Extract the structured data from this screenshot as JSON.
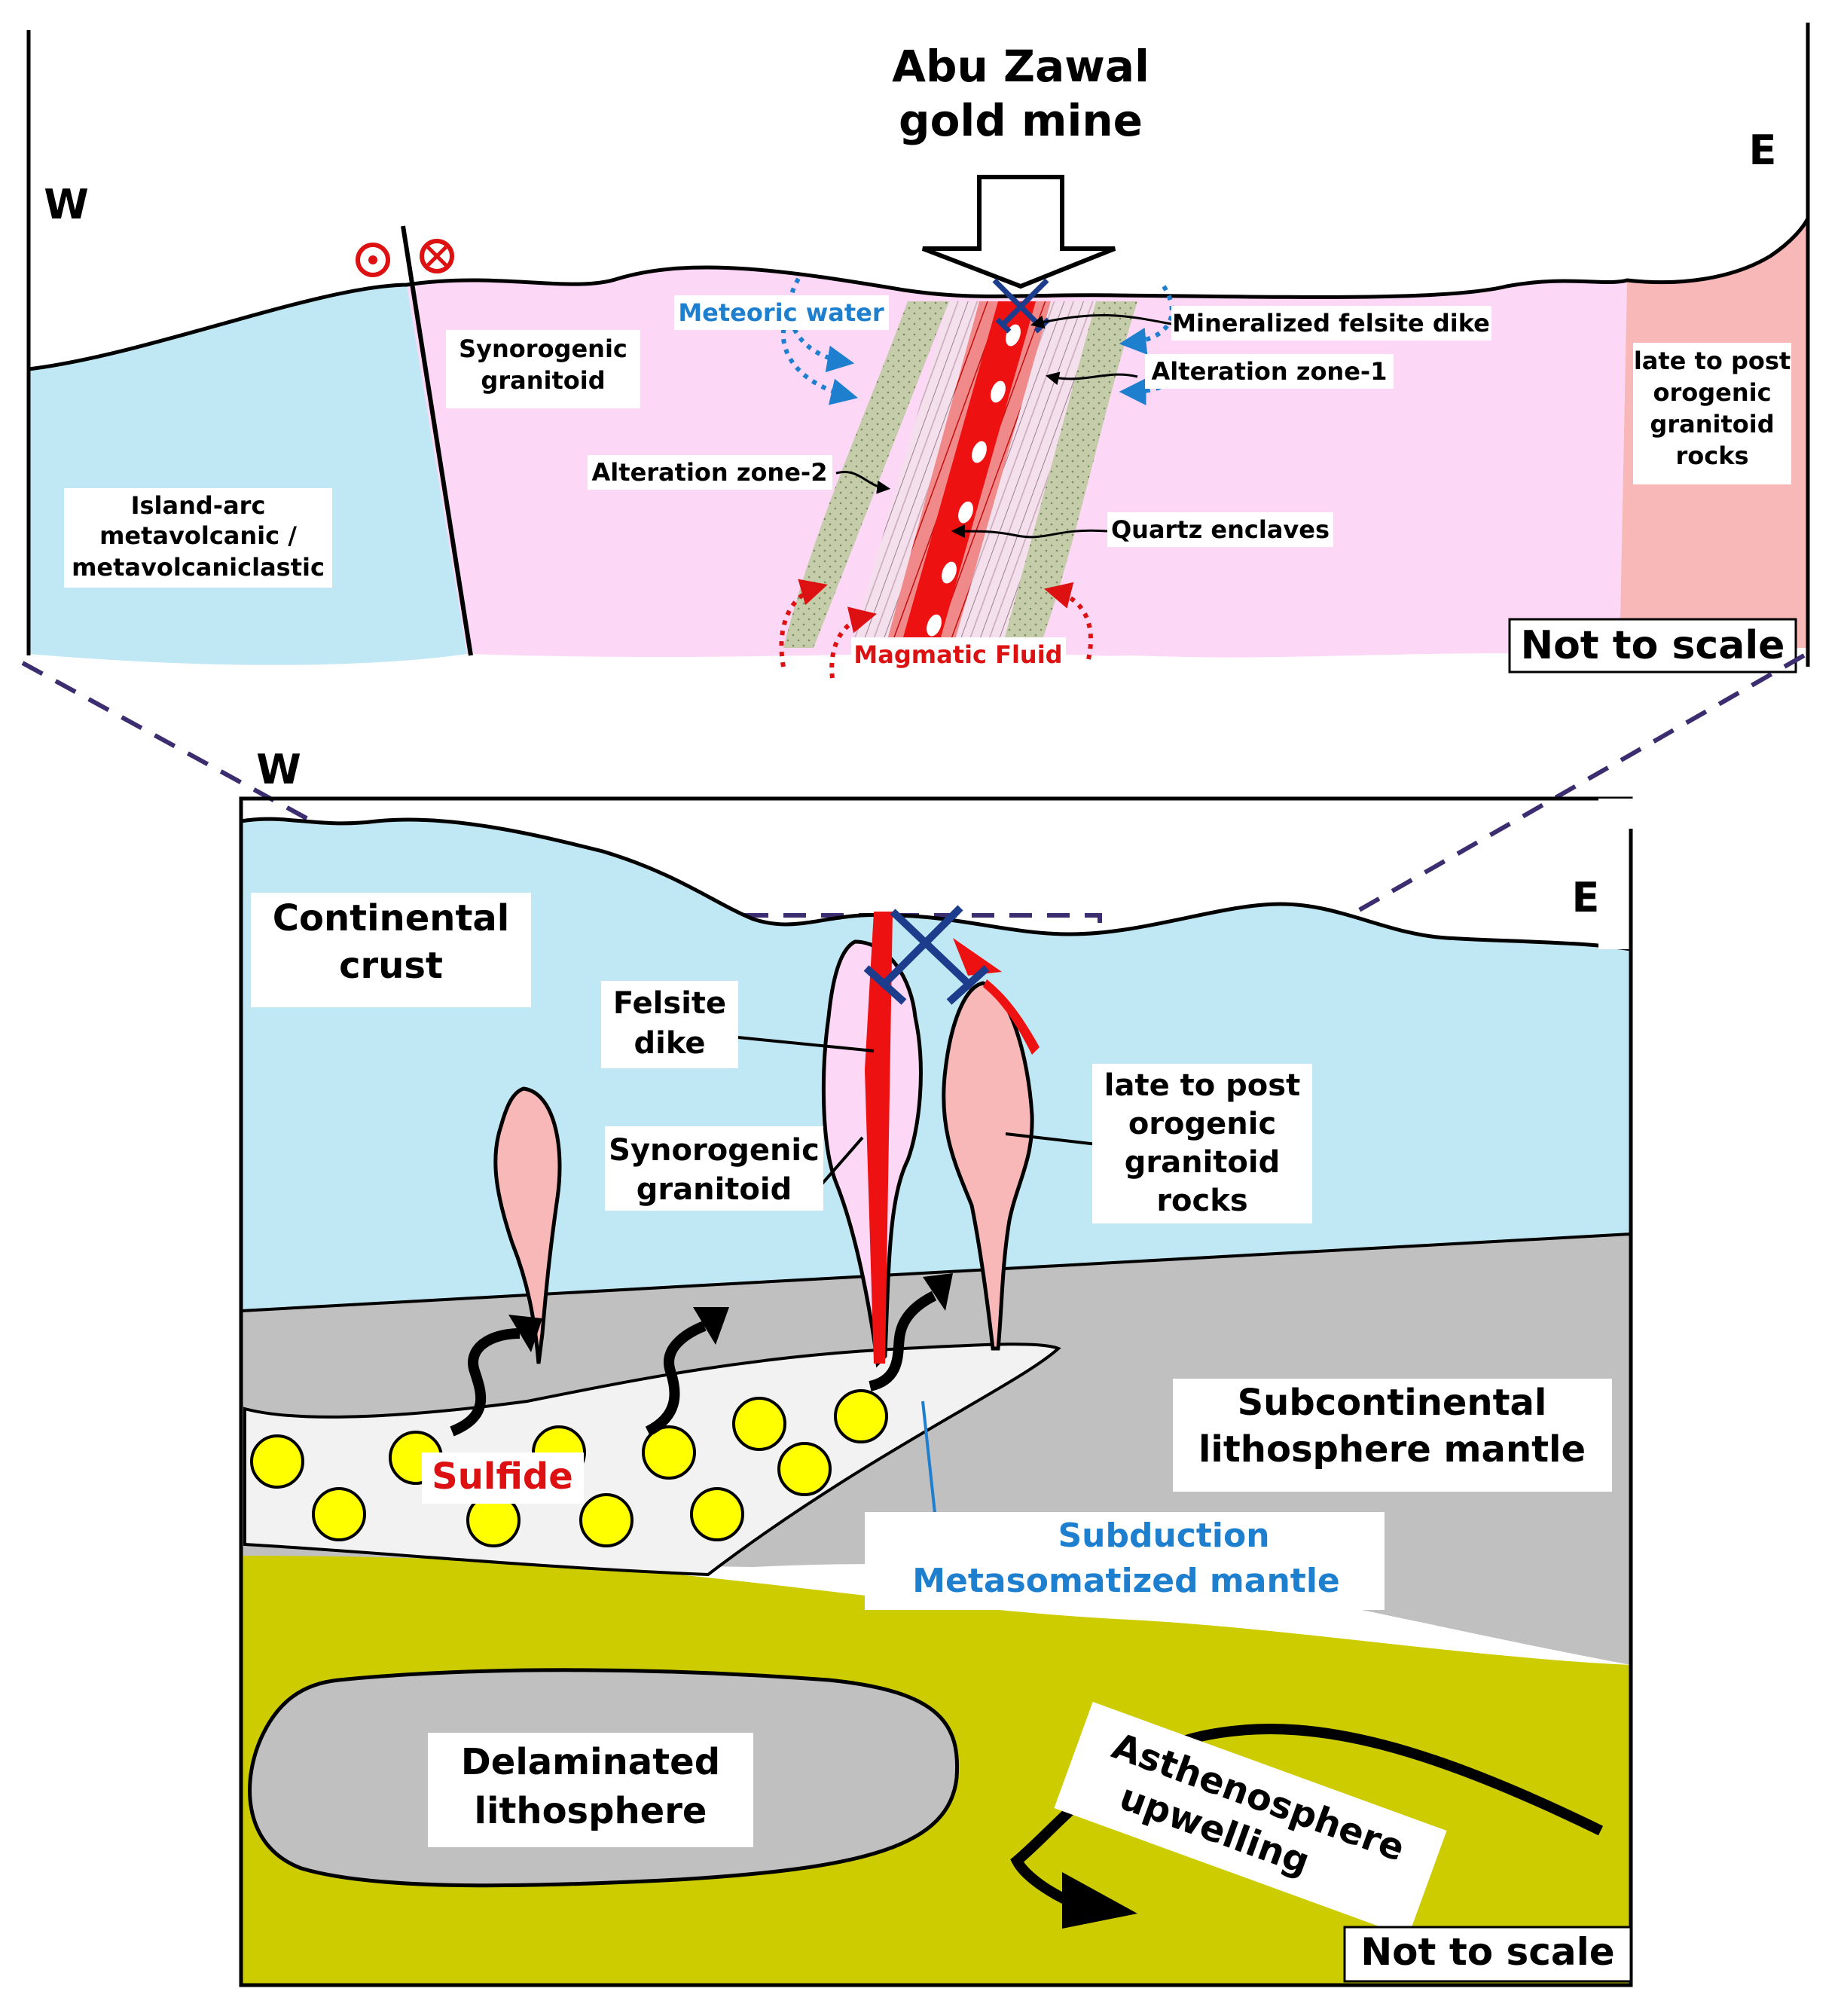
{
  "colors": {
    "crust_blue": "#c0e8f4",
    "syn_pink": "#fcd8f6",
    "late_pink": "#f8b8b8",
    "alteration_green": "#c4ccaa",
    "dike_red": "#ee1111",
    "mantle_gray": "#c0c0c0",
    "asthenosphere": "#cccc00",
    "sulfide_yellow": "#ffff00",
    "meteoric_blue": "#1f7fcf",
    "fault_blue": "#1e3c8c",
    "dash_purple": "#3c2c70"
  },
  "top_section": {
    "title_line1": "Abu Zawal",
    "title_line2": "gold mine",
    "west": "W",
    "east": "E",
    "labels": {
      "island_arc_1": "Island-arc",
      "island_arc_2": "metavolcanic /",
      "island_arc_3": "metavolcaniclastic",
      "syn_1": "Synorogenic",
      "syn_2": "granitoid",
      "meteoric": "Meteoric water",
      "mineralized": "Mineralized felsite dike",
      "alt1": "Alteration zone-1",
      "alt2": "Alteration zone-2",
      "quartz": "Quartz enclaves",
      "magmatic": "Magmatic Fluid",
      "late_1": "late to post",
      "late_2": "orogenic",
      "late_3": "granitoid",
      "late_4": "rocks",
      "scale": "Not to scale"
    },
    "icons": [
      "fault-out-of-page-icon",
      "fault-into-page-icon",
      "down-arrow-icon",
      "crossed-hammers-icon"
    ]
  },
  "bottom_section": {
    "west": "W",
    "east": "E",
    "labels": {
      "crust_1": "Continental",
      "crust_2": "crust",
      "felsite_1": "Felsite",
      "felsite_2": "dike",
      "syn_1": "Synorogenic",
      "syn_2": "granitoid",
      "late_1": "late to post",
      "late_2": "orogenic",
      "late_3": "granitoid",
      "late_4": "rocks",
      "sclm_1": "Subcontinental",
      "sclm_2": "lithosphere mantle",
      "sulfide": "Sulfide",
      "subd_1": "Subduction",
      "subd_2": "Metasomatized mantle",
      "delam_1": "Delaminated",
      "delam_2": "lithosphere",
      "asth_1": "Asthenosphere",
      "asth_2": "upwelling",
      "scale": "Not to scale"
    }
  }
}
